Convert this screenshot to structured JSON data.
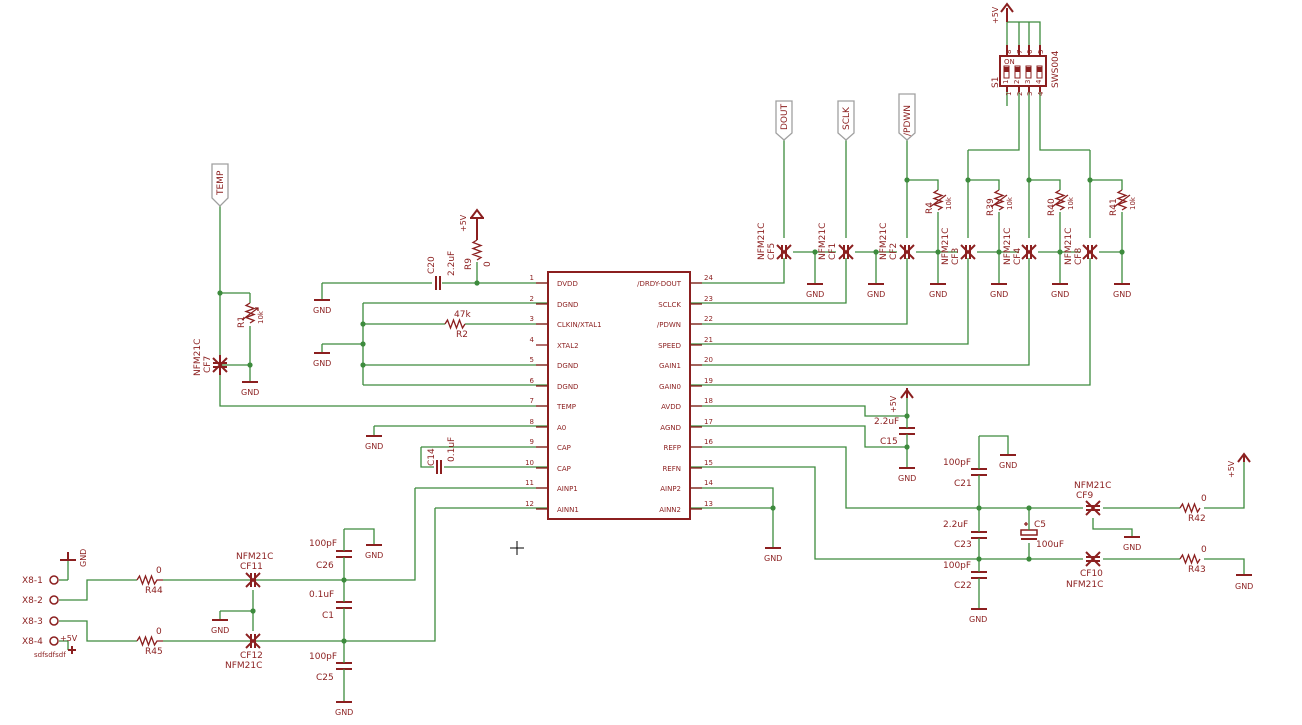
{
  "colors": {
    "wire": "#3d8b3d",
    "part": "#8b1f1f",
    "flag_border": "#a0a0a0",
    "background": "#ffffff"
  },
  "ic": {
    "left_pins": [
      {
        "num": "1",
        "name": "DVDD"
      },
      {
        "num": "2",
        "name": "DGND"
      },
      {
        "num": "3",
        "name": "CLKIN/XTAL1"
      },
      {
        "num": "4",
        "name": "XTAL2"
      },
      {
        "num": "5",
        "name": "DGND"
      },
      {
        "num": "6",
        "name": "DGND"
      },
      {
        "num": "7",
        "name": "TEMP"
      },
      {
        "num": "8",
        "name": "A0"
      },
      {
        "num": "9",
        "name": "CAP"
      },
      {
        "num": "10",
        "name": "CAP"
      },
      {
        "num": "11",
        "name": "AINP1"
      },
      {
        "num": "12",
        "name": "AINN1"
      }
    ],
    "right_pins": [
      {
        "num": "24",
        "name": "/DRDY-DOUT"
      },
      {
        "num": "23",
        "name": "SCLCK"
      },
      {
        "num": "22",
        "name": "/PDWN"
      },
      {
        "num": "21",
        "name": "SPEED"
      },
      {
        "num": "20",
        "name": "GAIN1"
      },
      {
        "num": "19",
        "name": "GAIN0"
      },
      {
        "num": "18",
        "name": "AVDD"
      },
      {
        "num": "17",
        "name": "AGND"
      },
      {
        "num": "16",
        "name": "REFP"
      },
      {
        "num": "15",
        "name": "REFN"
      },
      {
        "num": "14",
        "name": "AINP2"
      },
      {
        "num": "13",
        "name": "AINN2"
      }
    ]
  },
  "labels": {
    "gnd": "GND",
    "plus5v": "+5V",
    "nfm": "NFM21C",
    "zero": "0",
    "r10k": "10k",
    "flags": {
      "temp": "TEMP",
      "dout": "DOUT",
      "sclk": "SCLK",
      "pdwn": "/PDWN"
    },
    "c20": "C20",
    "c20_val": "2.2uF",
    "r9": "R9",
    "r2_val": "47k",
    "r2": "R2",
    "r1": "R1",
    "cf7": "CF7",
    "c14": "C14",
    "c14_val": "0.1uF",
    "c15_val": "2.2uF",
    "c15": "C15",
    "cf5": "CF5",
    "cf1": "CF1",
    "cf2": "CF2",
    "cf3": "CF3",
    "cf4": "CF4",
    "cf8": "CF8",
    "r4": "R4",
    "r39": "R39",
    "r40": "R40",
    "r41": "R41",
    "s1": "S1",
    "s1_part": "SWS004",
    "s1_on": "ON",
    "s1_top": [
      "8",
      "7",
      "6",
      "5"
    ],
    "s1_bot": [
      "1",
      "2",
      "3",
      "4"
    ],
    "s1_mid": [
      "1",
      "2",
      "3",
      "4"
    ],
    "c21_val": "100pF",
    "c21": "C21",
    "c23_val": "2.2uF",
    "c23": "C23",
    "c22_val": "100pF",
    "c22": "C22",
    "c5": "C5",
    "c5_val": "100uF",
    "cf9": "CF9",
    "cf10": "CF10",
    "r42": "R42",
    "r43": "R43",
    "x8_1": "X8-1",
    "x8_2": "X8-2",
    "x8_3": "X8-3",
    "x8_4": "X8-4",
    "sdf": "sdfsdfsdf",
    "r44": "R44",
    "r45": "R45",
    "cf11": "CF11",
    "cf12": "CF12",
    "c26_val": "100pF",
    "c26": "C26",
    "c1_val": "0.1uF",
    "c1": "C1",
    "c25_val": "100pF",
    "c25": "C25"
  }
}
